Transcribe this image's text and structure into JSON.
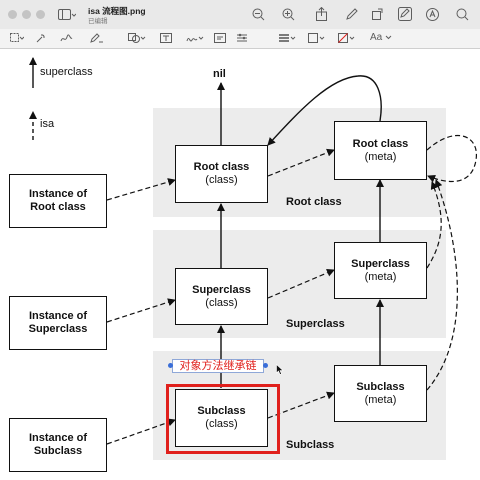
{
  "window": {
    "title": "isa 流程图.png",
    "subtitle": "已编辑"
  },
  "toolbar": {
    "icons": [
      "sidebar-icon",
      "zoom-out-icon",
      "zoom-in-icon",
      "share-icon",
      "pencil-icon",
      "rotate-icon",
      "markup-icon",
      "search-icon"
    ],
    "markup_icons": [
      "rect-select-icon",
      "magic-select-icon",
      "sketch-icon",
      "draw-icon",
      "shapes-icon",
      "text-icon",
      "sign-icon",
      "note-icon",
      "adjust-color-icon",
      "line-style-icon",
      "border-color-icon",
      "fill-color-icon"
    ],
    "text_style_label": "Aa"
  },
  "legend": {
    "superclass": "superclass",
    "isa": "isa"
  },
  "nil_label": "nil",
  "rows": {
    "root_label": "Root class",
    "super_label": "Superclass",
    "sub_label": "Subclass"
  },
  "instances": {
    "root": "Instance of Root class",
    "super": "Instance of Superclass",
    "sub": "Instance of Subclass"
  },
  "classes": {
    "root_title": "Root class",
    "root_kind": "(class)",
    "super_title": "Superclass",
    "super_kind": "(class)",
    "sub_title": "Subclass",
    "sub_kind": "(class)"
  },
  "metas": {
    "root_title": "Root class",
    "root_kind": "(meta)",
    "super_title": "Superclass",
    "super_kind": "(meta)",
    "sub_title": "Subclass",
    "sub_kind": "(meta)"
  },
  "annotation": {
    "text": "对象方法继承链",
    "color": "#e0201c"
  },
  "colors": {
    "panel": "#ececec",
    "highlight": "#e0201c",
    "selection": "#3a6ed8"
  }
}
